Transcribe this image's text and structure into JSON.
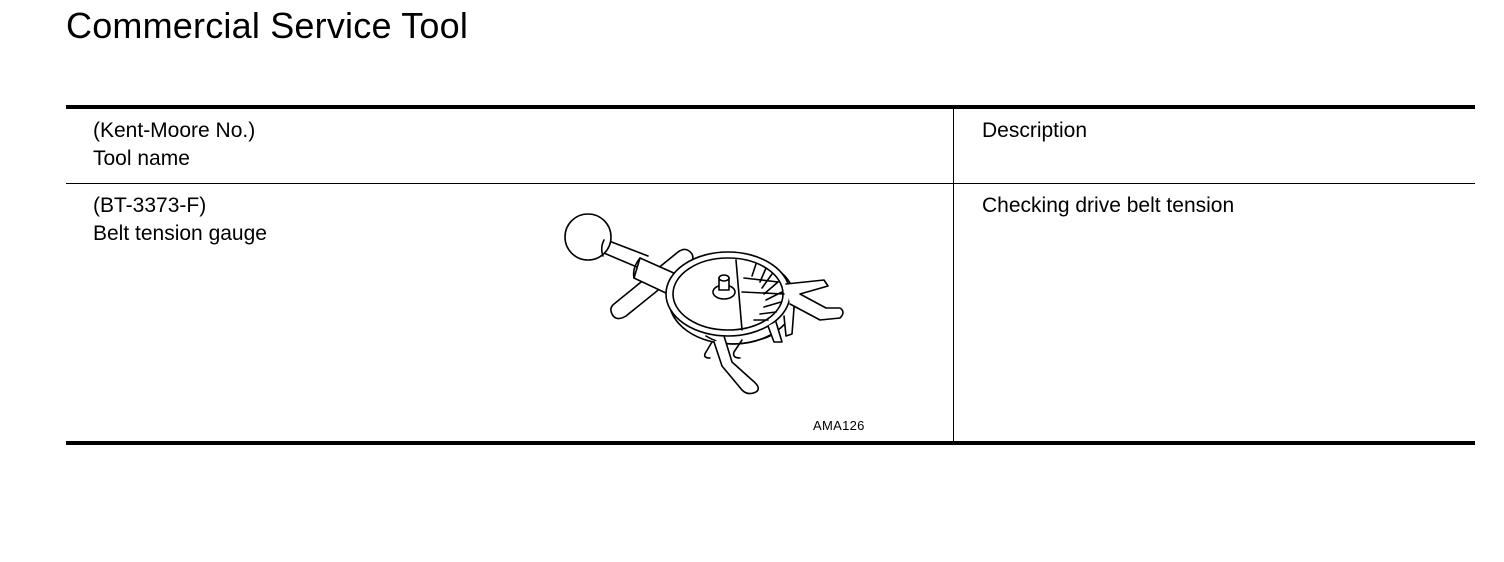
{
  "page": {
    "title": "Commercial Service Tool"
  },
  "table": {
    "header": {
      "tool_col_line1": "(Kent-Moore No.)",
      "tool_col_line2": "Tool name",
      "description_col": "Description"
    },
    "rows": [
      {
        "tool_number": "(BT-3373-F)",
        "tool_name": "Belt tension gauge",
        "description": "Checking drive belt tension",
        "figure_code": "AMA126"
      }
    ]
  }
}
